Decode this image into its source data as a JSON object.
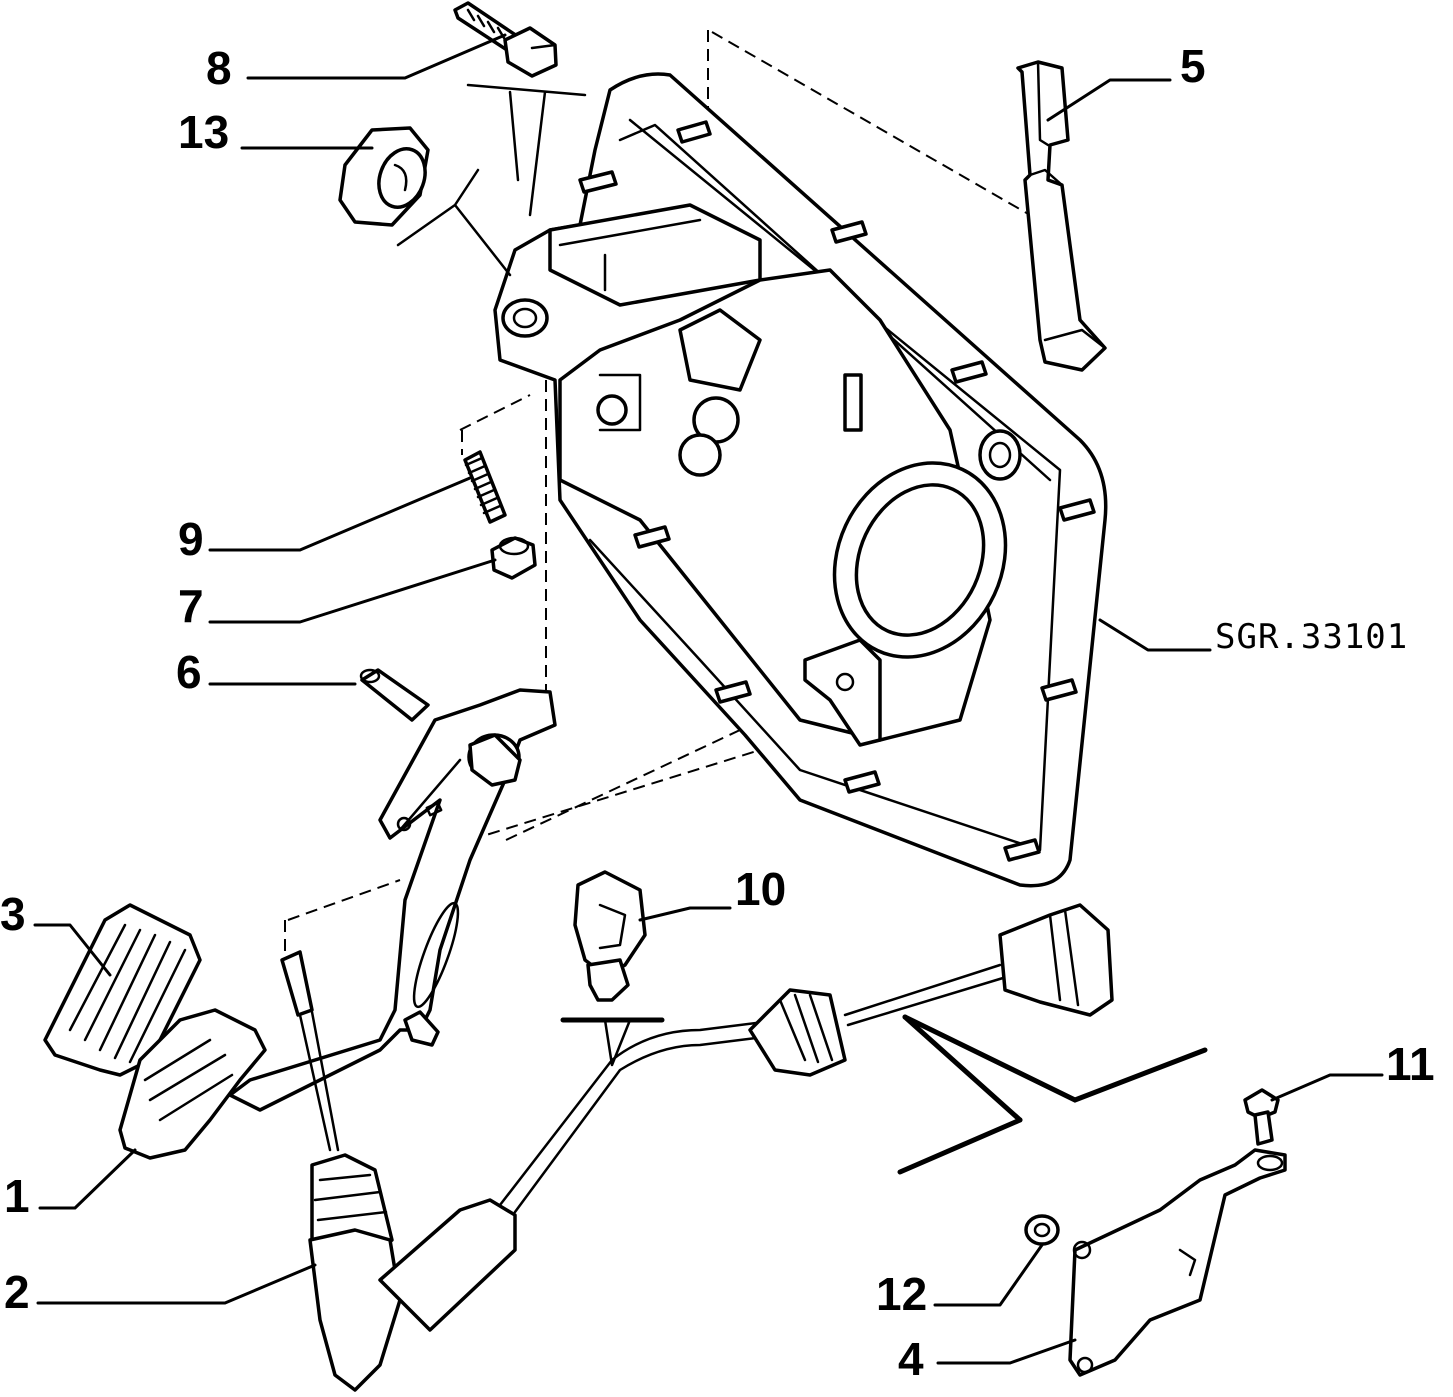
{
  "diagram": {
    "reference_code": "SGR.33101",
    "callouts": [
      {
        "id": "1",
        "label": "1"
      },
      {
        "id": "2",
        "label": "2"
      },
      {
        "id": "3",
        "label": "3"
      },
      {
        "id": "4",
        "label": "4"
      },
      {
        "id": "5",
        "label": "5"
      },
      {
        "id": "6",
        "label": "6"
      },
      {
        "id": "7",
        "label": "7"
      },
      {
        "id": "8",
        "label": "8"
      },
      {
        "id": "9",
        "label": "9"
      },
      {
        "id": "10",
        "label": "10"
      },
      {
        "id": "11",
        "label": "11"
      },
      {
        "id": "12",
        "label": "12"
      },
      {
        "id": "13",
        "label": "13"
      }
    ]
  }
}
